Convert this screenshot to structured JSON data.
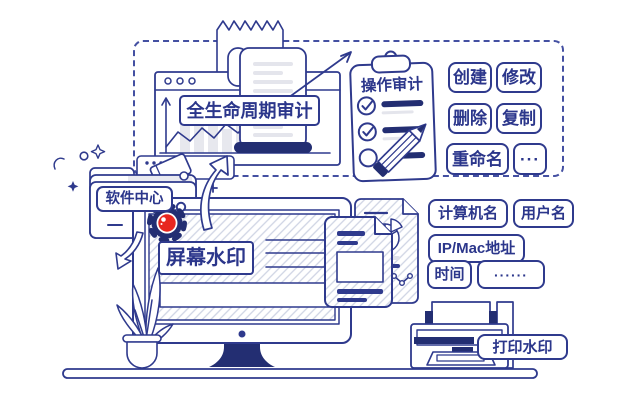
{
  "colors": {
    "line_navy": "#2f3a8d",
    "solid_navy": "#232e72",
    "accent_red": "#e8261f",
    "hatch_gray": "#cfd4e4",
    "light_gray_fill": "#e7e8ee"
  },
  "lifecycle": {
    "title": "全生命周期审计",
    "clipboard_title": "操作审计",
    "actions": [
      "创建",
      "修改",
      "删除",
      "复制",
      "重命名",
      "···"
    ]
  },
  "software_center": {
    "label": "软件中心"
  },
  "screen_watermark": {
    "label": "屏幕水印",
    "attributes": [
      "计算机名",
      "用户名",
      "IP/Mac地址",
      "时间",
      "······"
    ]
  },
  "print_watermark": {
    "label": "打印水印"
  },
  "icons": {
    "record_badge": "record-lens-badge",
    "clipboard": "audit-checklist",
    "pencil": "pencil",
    "folder": "software-center-folder",
    "monitor": "desktop-monitor",
    "printer": "printer",
    "plant": "potted-plant",
    "receipt": "torn-receipt",
    "trend_arrow": "growth-arrow"
  }
}
